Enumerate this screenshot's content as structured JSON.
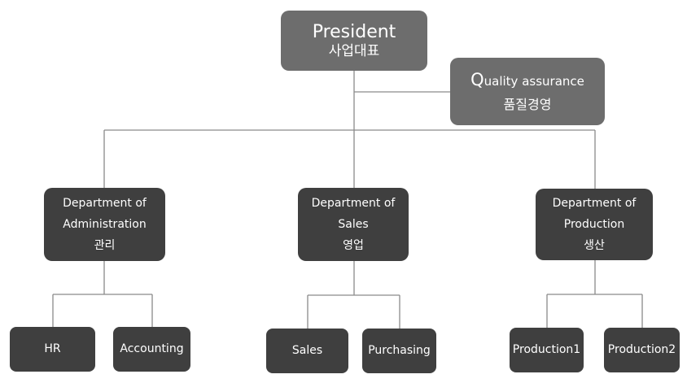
{
  "president": {
    "title": "President",
    "subtitle": "사업대표"
  },
  "quality": {
    "title_first": "Q",
    "title_rest": "uality assurance",
    "subtitle": "품질경영"
  },
  "departments": [
    {
      "line1": "Department of",
      "line2": "Administration",
      "line3": "관리"
    },
    {
      "line1": "Department of",
      "line2": "Sales",
      "line3": "영업"
    },
    {
      "line1": "Department of",
      "line2": "Production",
      "line3": "생산"
    }
  ],
  "teams": [
    "HR",
    "Accounting",
    "Sales",
    "Purchasing",
    "Production1",
    "Production2"
  ],
  "colors": {
    "top_box": "#6d6d6d",
    "box": "#3f3f3f",
    "line": "#8a8a8a",
    "text": "#ffffff"
  }
}
